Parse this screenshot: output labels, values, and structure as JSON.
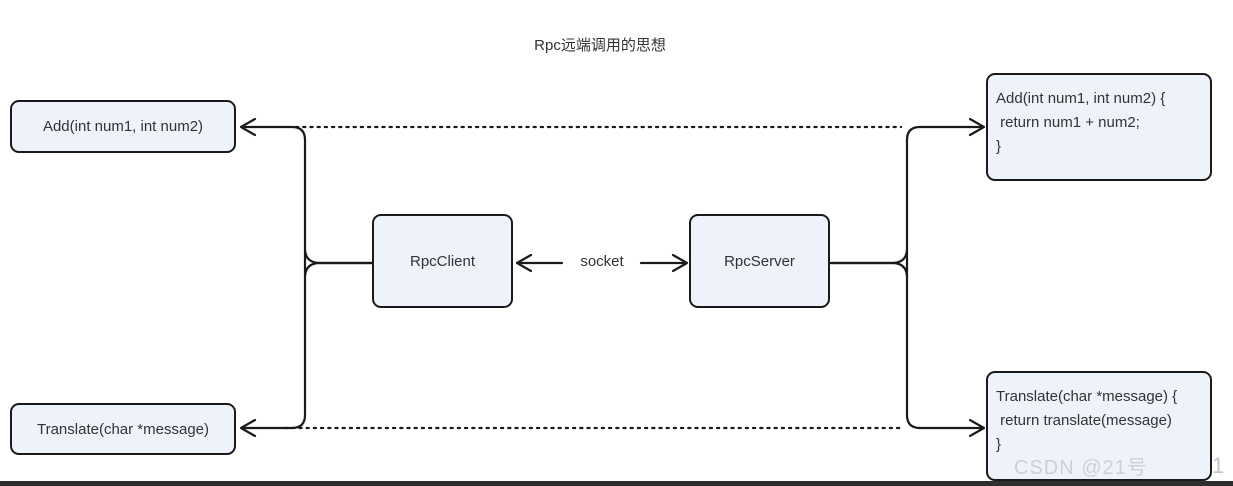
{
  "title": "Rpc远端调用的思想",
  "labels": {
    "socket": "socket"
  },
  "boxes": {
    "left_top": {
      "label": "Add(int num1, int num2)"
    },
    "left_bottom": {
      "label": "Translate(char *message)"
    },
    "client": {
      "label": "RpcClient"
    },
    "server": {
      "label": "RpcServer"
    },
    "right_top": {
      "lines": [
        "Add(int num1, int num2) {",
        " return num1 + num2;",
        "}"
      ]
    },
    "right_bottom": {
      "lines": [
        "Translate(char *message) {",
        " return translate(message)",
        "}"
      ]
    }
  },
  "watermark": {
    "text": "CSDN @21号",
    "page_number": "1"
  },
  "colors": {
    "box_fill": "#eef2fb",
    "box_border": "#1a1a1a",
    "line": "#1a1a1a",
    "watermark": "#cdd0d8",
    "bottom_bar": "#2e2e2e"
  },
  "icons": {
    "arrow_left": "arrow-left-icon",
    "arrow_right": "arrow-right-icon"
  }
}
